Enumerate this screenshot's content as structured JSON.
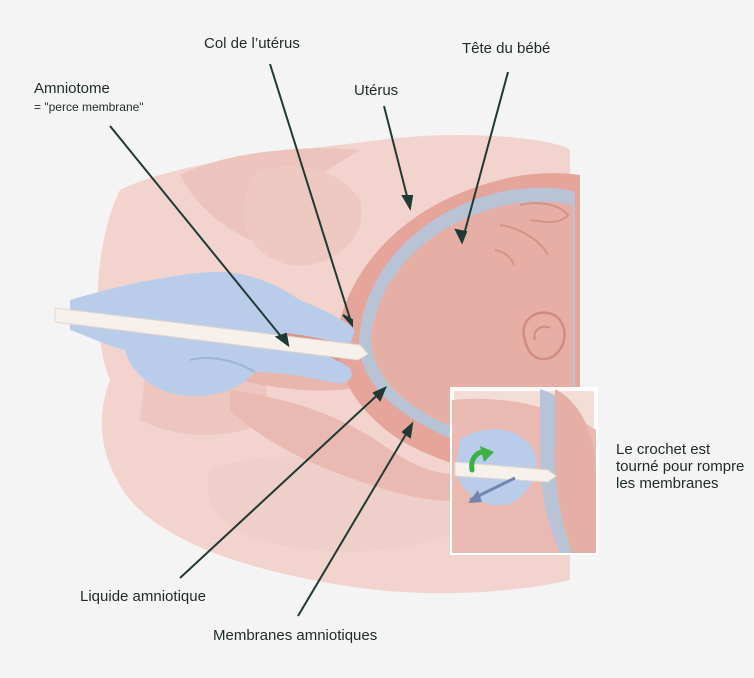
{
  "labels": {
    "col": "Col de l’utérus",
    "tete": "Tête du bébé",
    "amniotome": "Amniotome",
    "amniotome_sub": "= \"perce membrane\"",
    "uterus": "Utérus",
    "crochet": "Le crochet est tourné pour rompre les membranes",
    "liquide": "Liquide amniotique",
    "membranes": "Membranes amniotiques"
  },
  "colors": {
    "background": "#f4f4f4",
    "skin_light": "#f2d3cd",
    "skin_mid": "#eab9b1",
    "tissue_dark": "#d99488",
    "uterus_wall": "#e5a59a",
    "baby_head": "#e7aea6",
    "membrane_blue": "#b8c4d6",
    "glove_blue": "#b9cdea",
    "amniotome_tool": "#f7f1ec",
    "hook_green": "#3cb044",
    "leader_line": "#1f3a34",
    "text": "#1f2a2a"
  }
}
